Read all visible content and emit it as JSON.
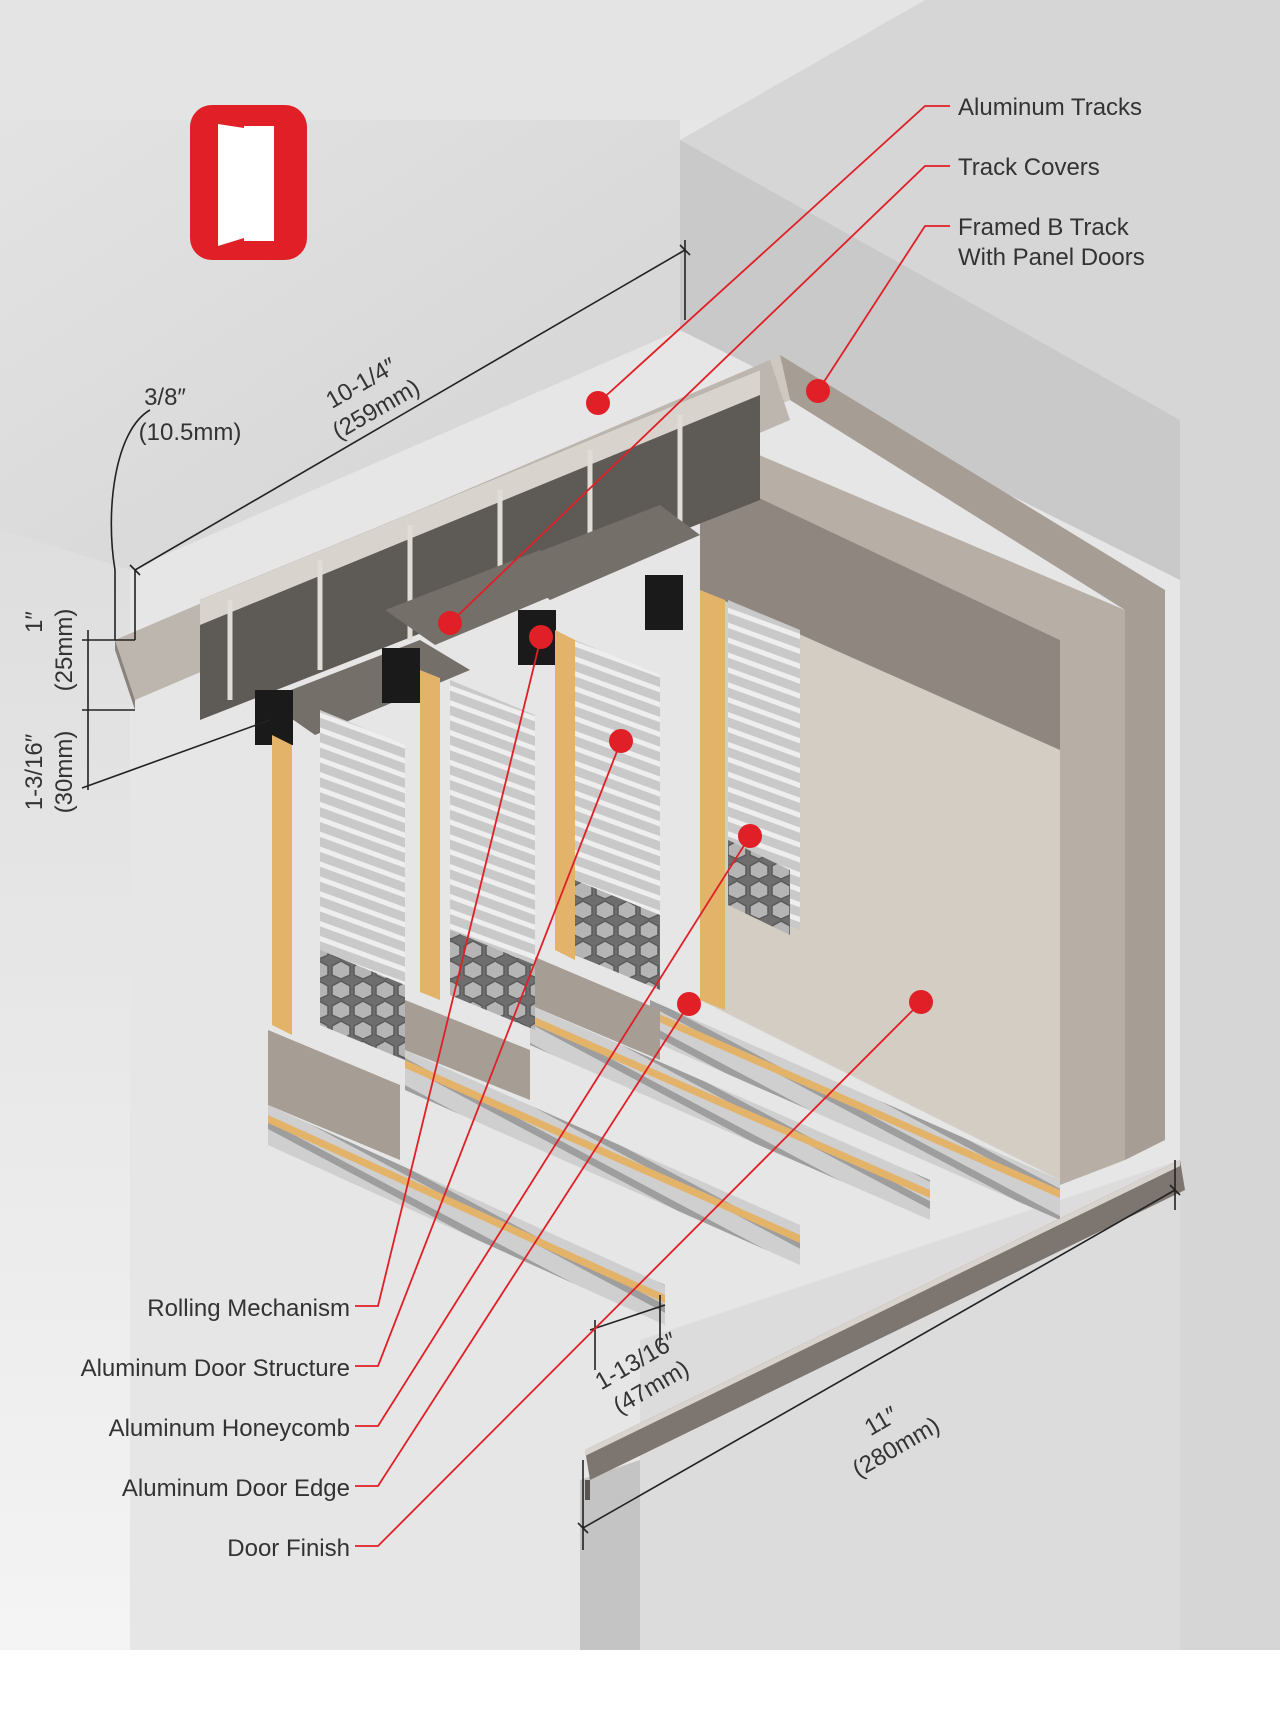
{
  "colors": {
    "accent_red": "#e01f26",
    "metal": "#a69d94",
    "metal_dark": "#8b827a",
    "wood": "#e3b36a",
    "background": "#e8e8e8",
    "text": "#333333"
  },
  "logo": {
    "icon": "door-logo-icon"
  },
  "callouts_right": [
    {
      "lines": [
        "Aluminum Tracks"
      ]
    },
    {
      "lines": [
        "Track Covers"
      ]
    },
    {
      "lines": [
        "Framed B Track",
        "With Panel Doors"
      ]
    }
  ],
  "callouts_left": [
    {
      "label": "Rolling Mechanism"
    },
    {
      "label": "Aluminum Door Structure"
    },
    {
      "label": "Aluminum Honeycomb"
    },
    {
      "label": "Aluminum Door Edge"
    },
    {
      "label": "Door Finish"
    }
  ],
  "dimensions": {
    "d_3_8": {
      "imperial": "3/8″",
      "metric": "(10.5mm)"
    },
    "d_10_1_4": {
      "imperial": "10-1/4″",
      "metric": "(259mm)"
    },
    "d_1": {
      "imperial": "1″",
      "metric": "(25mm)"
    },
    "d_1_3_16": {
      "imperial": "1-3/16″",
      "metric": "(30mm)"
    },
    "d_1_13_16": {
      "imperial": "1-13/16″",
      "metric": "(47mm)"
    },
    "d_11": {
      "imperial": "11″",
      "metric": "(280mm)"
    }
  }
}
